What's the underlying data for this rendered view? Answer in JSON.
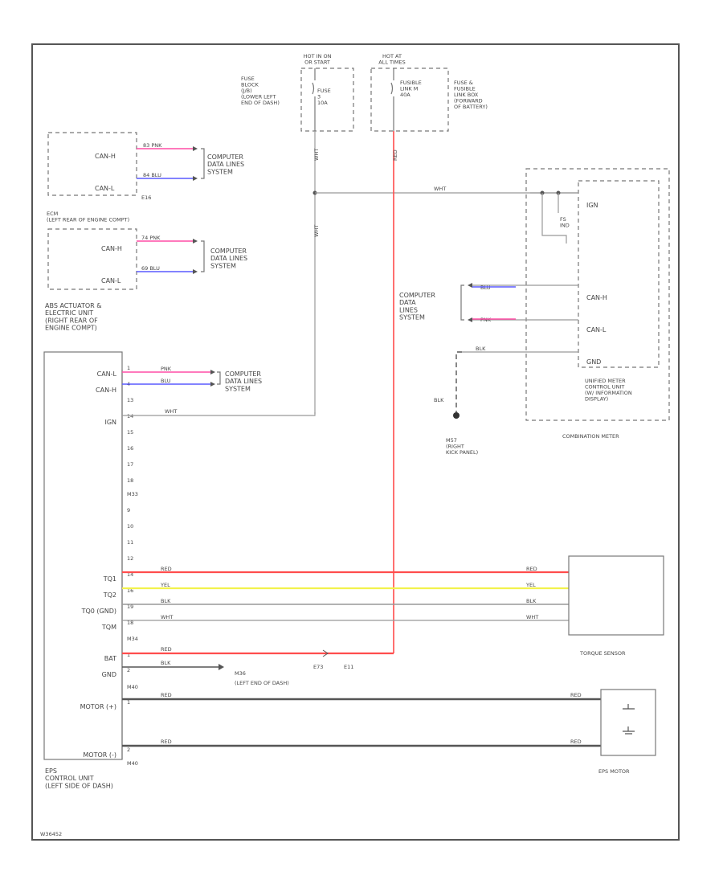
{
  "diagram_id": "W36452",
  "colors": {
    "red": "#ff4d4d",
    "yellow": "#f2f24d",
    "blue": "#5a5aff",
    "pink": "#ff4da6",
    "gray": "#999999",
    "dark": "#555555",
    "frame": "#555555"
  },
  "fuses": {
    "hot_in_on": "HOT IN ON\nOR START",
    "hot_at_all": "HOT AT\nALL TIMES",
    "fuse_block": "FUSE\nBLOCK\n(J/B)\n(LOWER LEFT\nEND OF DASH)",
    "fuse_block_fuse": "FUSE\n3\n10A",
    "fusible_box": "FUSE &\nFUSIBLE\nLINK BOX\n(FORWARD\nOF BATTERY)",
    "fusible_link": "FUSIBLE\nLINK M\n40A"
  },
  "ecm": {
    "canh": "CAN-H",
    "canl": "CAN-L",
    "conn": "E16",
    "title": "ECM\n(LEFT REAR OF ENGINE COMPT)",
    "w1": "83 PNK",
    "w2": "84 BLU",
    "data_lines": "COMPUTER\nDATA LINES\nSYSTEM"
  },
  "abs": {
    "canh": "CAN-H",
    "canl": "CAN-L",
    "title": "ABS ACTUATOR &\nELECTRIC UNIT\n(RIGHT REAR OF\nENGINE COMPT)",
    "w1": "74 PNK",
    "w2": "69 BLU",
    "data_lines": "COMPUTER\nDATA LINES\nSYSTEM"
  },
  "eps": {
    "title": "EPS\nCONTROL UNIT\n(LEFT SIDE OF DASH)",
    "pins": [
      "CAN-L",
      "CAN-H",
      "",
      "IGN",
      "",
      "",
      "",
      "",
      "",
      "",
      "",
      "",
      "TQ1",
      "TQ2",
      "TQ0 (GND)",
      "TQM",
      "",
      "BAT",
      "GND",
      "",
      "MOTOR (+)",
      "MOTOR (-)"
    ],
    "pin_nums": [
      "1",
      "4",
      "13",
      "14",
      "15",
      "16",
      "17",
      "18",
      "M33",
      "9",
      "10",
      "11",
      "12",
      "14",
      "16",
      "19",
      "18",
      "M34",
      "1",
      "2",
      "M40",
      "1",
      "2",
      "M40"
    ],
    "data_lines": "COMPUTER\nDATA LINES\nSYSTEM",
    "w_canl": "PNK",
    "w_canh": "BLU",
    "w_ign": "WHT",
    "w_tq1": "RED",
    "w_tq2": "YEL",
    "w_tq0": "BLK",
    "w_tqm": "WHT",
    "w_bat": "RED",
    "w_gnd": "BLK",
    "w_m1": "RED",
    "w_m2": "RED",
    "gnd_id": "M36",
    "gnd_loc": "(LEFT END OF DASH)",
    "j1": "E73",
    "j2": "E11",
    "m_num": "M40"
  },
  "wires": {
    "wht_v1": "WHT",
    "wht_v2": "WHT",
    "wht_h": "WHT",
    "red_v": "RED"
  },
  "meter": {
    "ign": "IGN",
    "canh": "CAN-H",
    "canl": "CAN-L",
    "gnd": "GND",
    "fs": "FS\nIND",
    "w_canh": "BLU",
    "w_canl": "PNK",
    "w_gnd": "BLK",
    "data_lines": "COMPUTER\nDATA\nLINES\nSYSTEM",
    "blk": "BLK",
    "ground": "M57\n(RIGHT\nKICK PANEL)",
    "unit": "UNIFIED METER\nCONTROL UNIT\n(W/ INFORMATION\nDISPLAY)",
    "title": "COMBINATION METER"
  },
  "torque": {
    "title": "TORQUE SENSOR",
    "r1": "RED",
    "r2": "YEL",
    "r3": "BLK",
    "r4": "WHT"
  },
  "motor": {
    "title": "EPS MOTOR",
    "r1": "RED",
    "r2": "RED"
  }
}
